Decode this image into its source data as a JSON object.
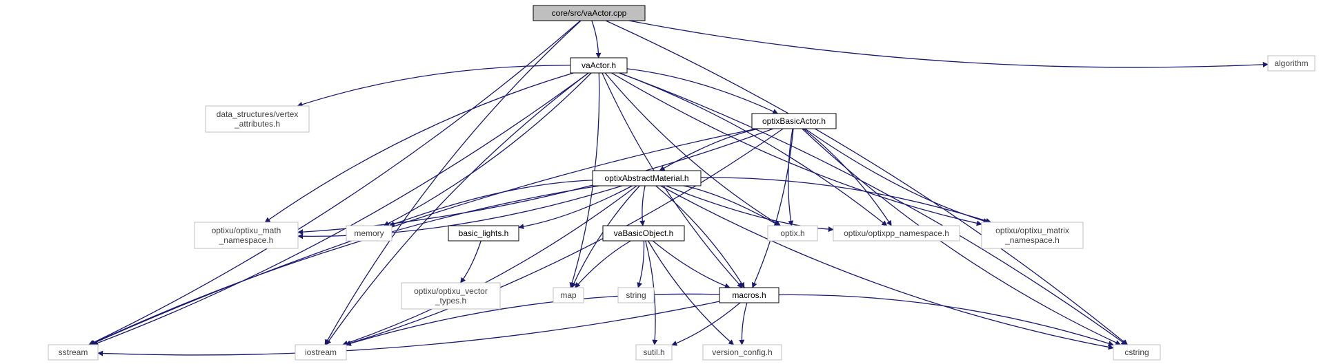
{
  "colors": {
    "edge": "#191970",
    "root_fill": "#bfbfbf",
    "internal_border": "#000000",
    "external_border": "#bfbfbf",
    "node_fill": "#ffffff"
  },
  "nodes": [
    {
      "id": "vaActor_cpp",
      "kind": "root",
      "lines": [
        "core/src/vaActor.cpp"
      ]
    },
    {
      "id": "vaActor_h",
      "kind": "internal",
      "lines": [
        "vaActor.h"
      ]
    },
    {
      "id": "algorithm",
      "kind": "external",
      "lines": [
        "algorithm"
      ]
    },
    {
      "id": "data_structures",
      "kind": "external",
      "lines": [
        "data_structures/vertex",
        "_attributes.h"
      ]
    },
    {
      "id": "optixBasicActor",
      "kind": "internal",
      "lines": [
        "optixBasicActor.h"
      ]
    },
    {
      "id": "optixAbstractMaterial",
      "kind": "internal",
      "lines": [
        "optixAbstractMaterial.h"
      ]
    },
    {
      "id": "optixu_math",
      "kind": "external",
      "lines": [
        "optixu/optixu_math",
        "_namespace.h"
      ]
    },
    {
      "id": "memory",
      "kind": "external",
      "lines": [
        "memory"
      ]
    },
    {
      "id": "basic_lights",
      "kind": "internal",
      "lines": [
        "basic_lights.h"
      ]
    },
    {
      "id": "vaBasicObject",
      "kind": "internal",
      "lines": [
        "vaBasicObject.h"
      ]
    },
    {
      "id": "optix_h",
      "kind": "external",
      "lines": [
        "optix.h"
      ]
    },
    {
      "id": "optixpp",
      "kind": "external",
      "lines": [
        "optixu/optixpp_namespace.h"
      ]
    },
    {
      "id": "optixu_matrix",
      "kind": "external",
      "lines": [
        "optixu/optixu_matrix",
        "_namespace.h"
      ]
    },
    {
      "id": "optixu_vector",
      "kind": "external",
      "lines": [
        "optixu/optixu_vector",
        "_types.h"
      ]
    },
    {
      "id": "map",
      "kind": "external",
      "lines": [
        "map"
      ]
    },
    {
      "id": "string",
      "kind": "external",
      "lines": [
        "string"
      ]
    },
    {
      "id": "macros_h",
      "kind": "internal",
      "lines": [
        "macros.h"
      ]
    },
    {
      "id": "sstream",
      "kind": "external",
      "lines": [
        "sstream"
      ]
    },
    {
      "id": "iostream",
      "kind": "external",
      "lines": [
        "iostream"
      ]
    },
    {
      "id": "sutil_h",
      "kind": "external",
      "lines": [
        "sutil.h"
      ]
    },
    {
      "id": "version_config",
      "kind": "external",
      "lines": [
        "version_config.h"
      ]
    },
    {
      "id": "cstring",
      "kind": "external",
      "lines": [
        "cstring"
      ]
    }
  ],
  "edges": [
    {
      "from": "vaActor_cpp",
      "to": "vaActor_h"
    },
    {
      "from": "vaActor_cpp",
      "to": "algorithm"
    },
    {
      "from": "vaActor_cpp",
      "to": "sstream"
    },
    {
      "from": "vaActor_cpp",
      "to": "iostream"
    },
    {
      "from": "vaActor_cpp",
      "to": "cstring"
    },
    {
      "from": "vaActor_h",
      "to": "data_structures"
    },
    {
      "from": "vaActor_h",
      "to": "optixBasicActor"
    },
    {
      "from": "vaActor_h",
      "to": "optixu_math"
    },
    {
      "from": "vaActor_h",
      "to": "memory"
    },
    {
      "from": "vaActor_h",
      "to": "optix_h"
    },
    {
      "from": "vaActor_h",
      "to": "optixpp"
    },
    {
      "from": "vaActor_h",
      "to": "optixu_matrix"
    },
    {
      "from": "vaActor_h",
      "to": "map"
    },
    {
      "from": "vaActor_h",
      "to": "macros_h"
    },
    {
      "from": "vaActor_h",
      "to": "sstream"
    },
    {
      "from": "vaActor_h",
      "to": "iostream"
    },
    {
      "from": "vaActor_h",
      "to": "cstring"
    },
    {
      "from": "optixBasicActor",
      "to": "optixAbstractMaterial"
    },
    {
      "from": "optixBasicActor",
      "to": "optixu_math"
    },
    {
      "from": "optixBasicActor",
      "to": "optix_h"
    },
    {
      "from": "optixBasicActor",
      "to": "optixpp"
    },
    {
      "from": "optixBasicActor",
      "to": "optixu_matrix"
    },
    {
      "from": "optixBasicActor",
      "to": "macros_h"
    },
    {
      "from": "optixBasicActor",
      "to": "sstream"
    },
    {
      "from": "optixBasicActor",
      "to": "iostream"
    },
    {
      "from": "optixBasicActor",
      "to": "cstring"
    },
    {
      "from": "optixAbstractMaterial",
      "to": "optixu_math"
    },
    {
      "from": "optixAbstractMaterial",
      "to": "memory"
    },
    {
      "from": "optixAbstractMaterial",
      "to": "basic_lights"
    },
    {
      "from": "optixAbstractMaterial",
      "to": "vaBasicObject"
    },
    {
      "from": "optixAbstractMaterial",
      "to": "optix_h"
    },
    {
      "from": "optixAbstractMaterial",
      "to": "optixpp"
    },
    {
      "from": "optixAbstractMaterial",
      "to": "optixu_matrix"
    },
    {
      "from": "optixAbstractMaterial",
      "to": "map"
    },
    {
      "from": "optixAbstractMaterial",
      "to": "macros_h"
    },
    {
      "from": "optixAbstractMaterial",
      "to": "sstream"
    },
    {
      "from": "optixAbstractMaterial",
      "to": "iostream"
    },
    {
      "from": "optixAbstractMaterial",
      "to": "cstring"
    },
    {
      "from": "basic_lights",
      "to": "optixu_vector"
    },
    {
      "from": "vaBasicObject",
      "to": "map"
    },
    {
      "from": "vaBasicObject",
      "to": "string"
    },
    {
      "from": "vaBasicObject",
      "to": "macros_h"
    },
    {
      "from": "vaBasicObject",
      "to": "sutil_h"
    },
    {
      "from": "vaBasicObject",
      "to": "version_config"
    },
    {
      "from": "macros_h",
      "to": "sstream"
    },
    {
      "from": "macros_h",
      "to": "iostream"
    },
    {
      "from": "macros_h",
      "to": "sutil_h"
    },
    {
      "from": "macros_h",
      "to": "version_config"
    },
    {
      "from": "macros_h",
      "to": "cstring"
    }
  ]
}
